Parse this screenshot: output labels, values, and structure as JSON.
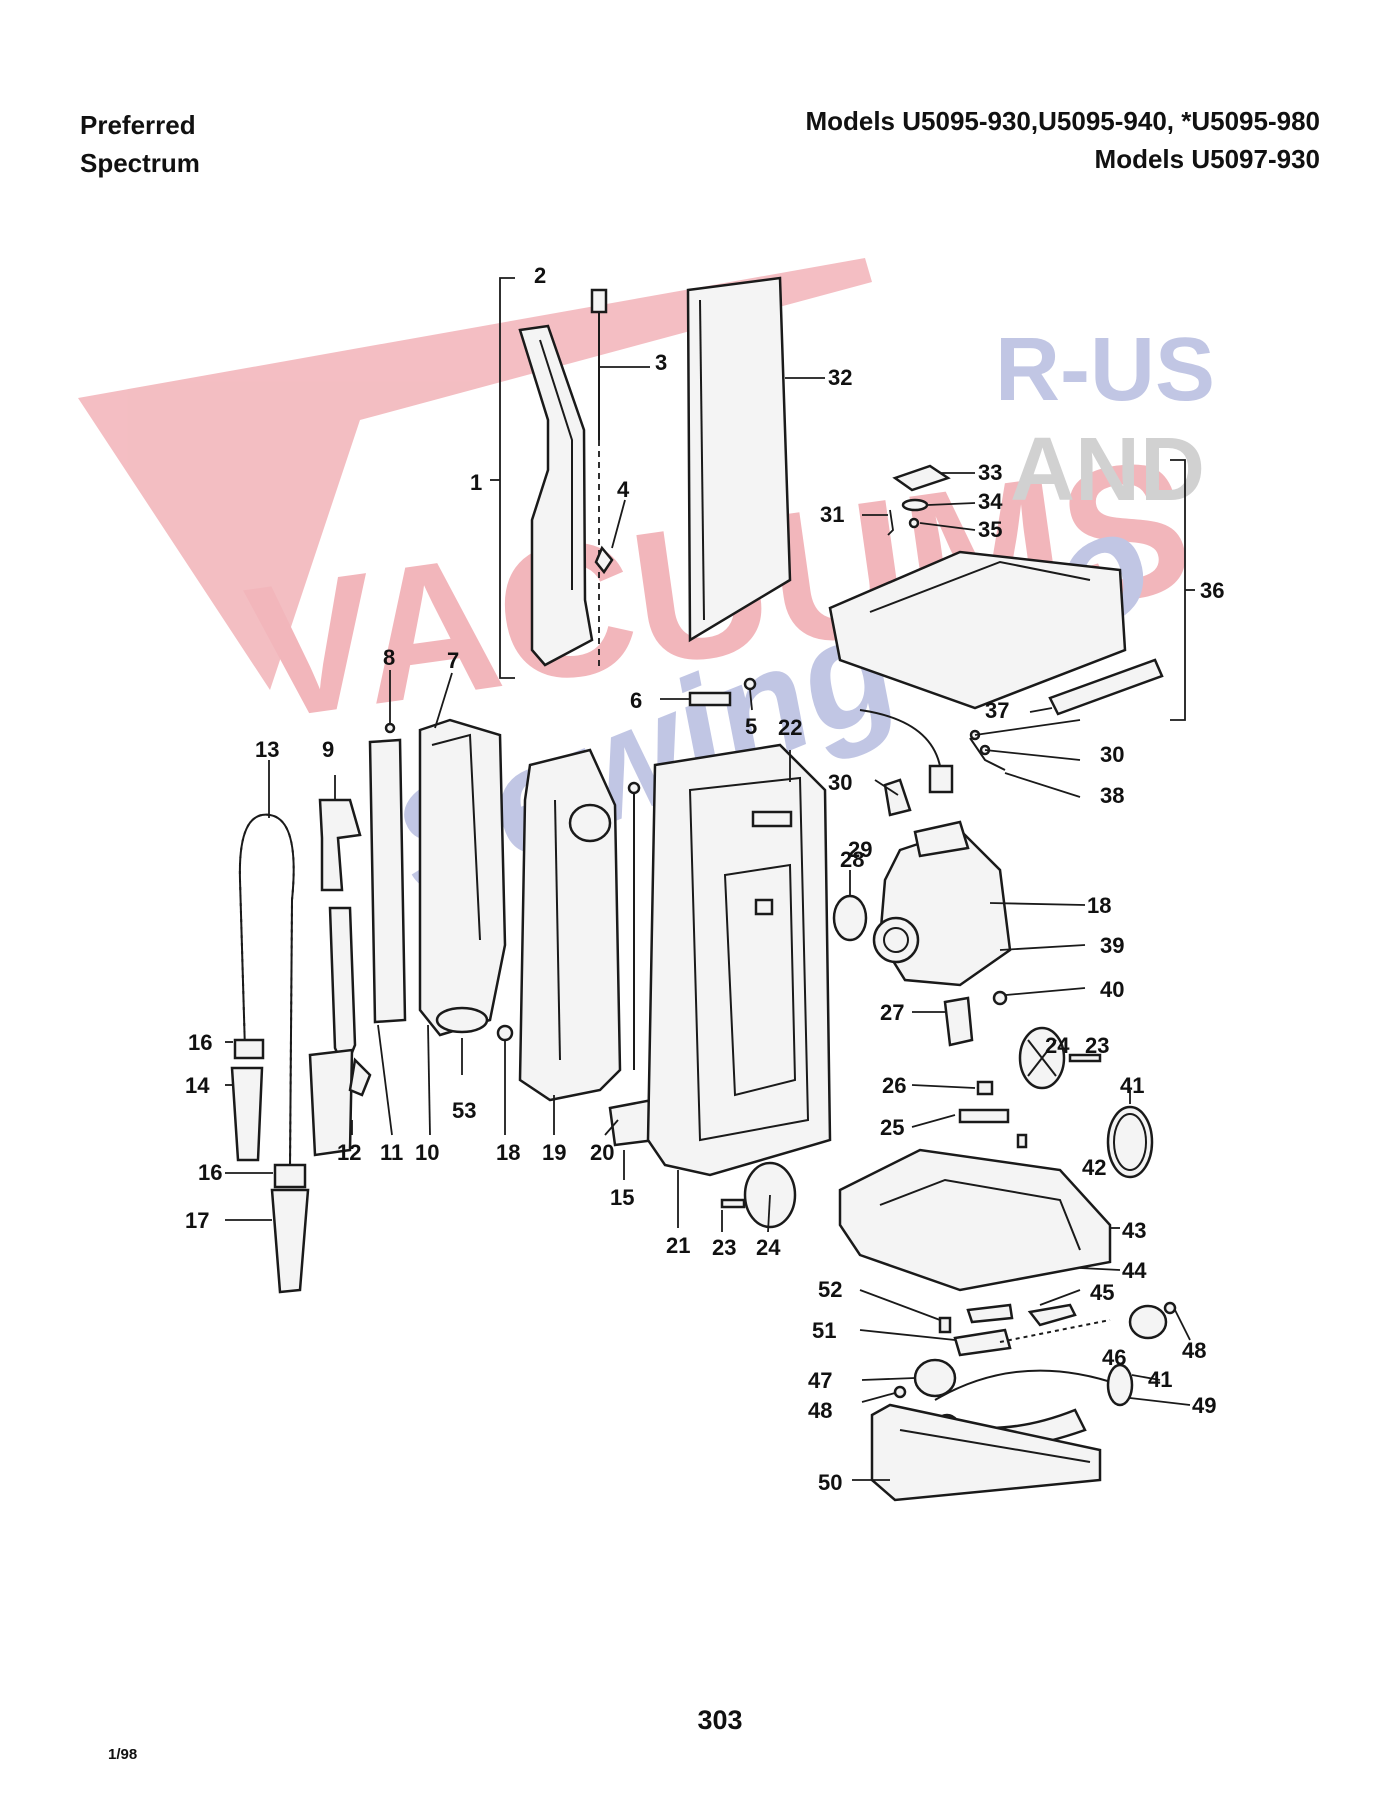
{
  "header": {
    "brand_line1": "Preferred",
    "brand_line2": "Spectrum",
    "models_line1": "Models  U5095-930,U5095-940,  *U5095-980",
    "models_line2": "Models  U5097-930"
  },
  "footer": {
    "page_number": "303",
    "date_code": "1/98"
  },
  "watermark": {
    "text_main": "VACUUMS",
    "text_rus": "R-US",
    "text_and": "AND",
    "text_sewing": "Sewing too",
    "color_red": "#f2b3b8",
    "color_blue": "#b7bde0"
  },
  "callouts": {
    "c1": "1",
    "c2": "2",
    "c3": "3",
    "c4": "4",
    "c5": "5",
    "c6": "6",
    "c7": "7",
    "c8": "8",
    "c9": "9",
    "c10": "10",
    "c11": "11",
    "c12": "12",
    "c13": "13",
    "c14": "14",
    "c15": "15",
    "c16a": "16",
    "c16b": "16",
    "c17": "17",
    "c18a": "18",
    "c18b": "18",
    "c19": "19",
    "c20": "20",
    "c21": "21",
    "c22": "22",
    "c23a": "23",
    "c23b": "23",
    "c24a": "24",
    "c24b": "24",
    "c25": "25",
    "c26": "26",
    "c27": "27",
    "c28": "28",
    "c29": "29",
    "c30a": "30",
    "c30b": "30",
    "c31": "31",
    "c32": "32",
    "c33": "33",
    "c34": "34",
    "c35": "35",
    "c36": "36",
    "c37": "37",
    "c38": "38",
    "c39": "39",
    "c40": "40",
    "c41a": "41",
    "c41b": "41",
    "c42": "42",
    "c43": "43",
    "c44": "44",
    "c45": "45",
    "c46": "46",
    "c47": "47",
    "c48a": "48",
    "c48b": "48",
    "c49": "49",
    "c50": "50",
    "c51": "51",
    "c52": "52",
    "c53": "53"
  }
}
